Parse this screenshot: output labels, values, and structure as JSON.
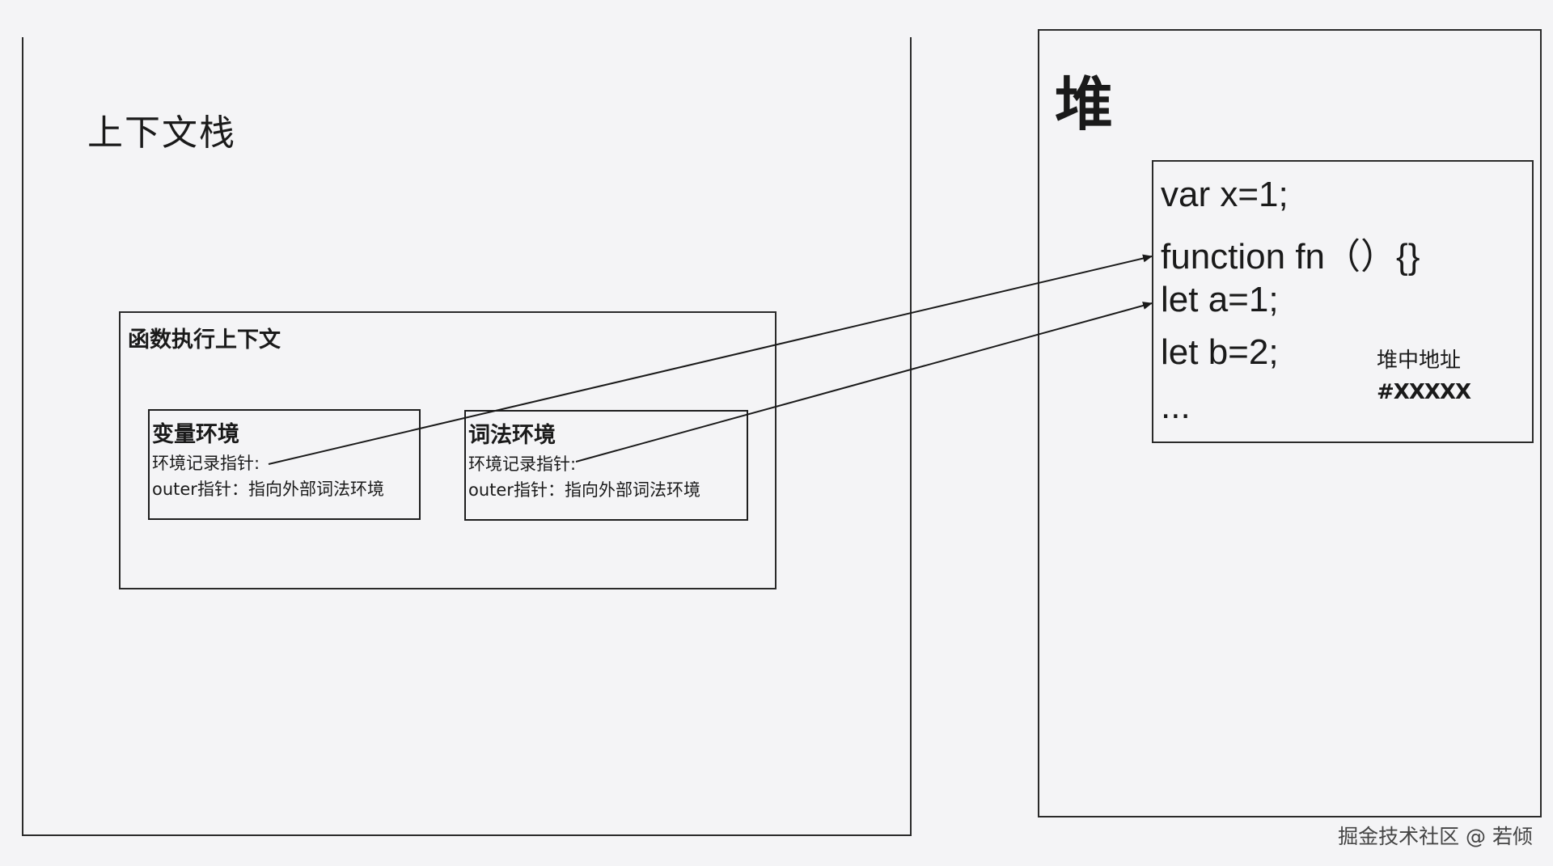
{
  "stack": {
    "title": "上下文栈",
    "function_context": {
      "title": "函数执行上下文",
      "variable_env": {
        "title": "变量环境",
        "record_pointer": "环境记录指针:",
        "outer_pointer": "outer指针：指向外部词法环境"
      },
      "lexical_env": {
        "title": "词法环境",
        "record_pointer": "环境记录指针:",
        "outer_pointer": "outer指针：指向外部词法环境"
      }
    }
  },
  "heap": {
    "title": "堆",
    "code_lines": [
      "var x=1;",
      "function fn（）{}",
      "let a=1;",
      "let b=2;",
      "..."
    ],
    "address_label": "堆中地址",
    "address_value": "#XXXXX"
  },
  "footer": "掘金技术社区 @ 若倾",
  "colors": {
    "background": "#f4f4f6",
    "stroke": "#2a2a2a"
  }
}
